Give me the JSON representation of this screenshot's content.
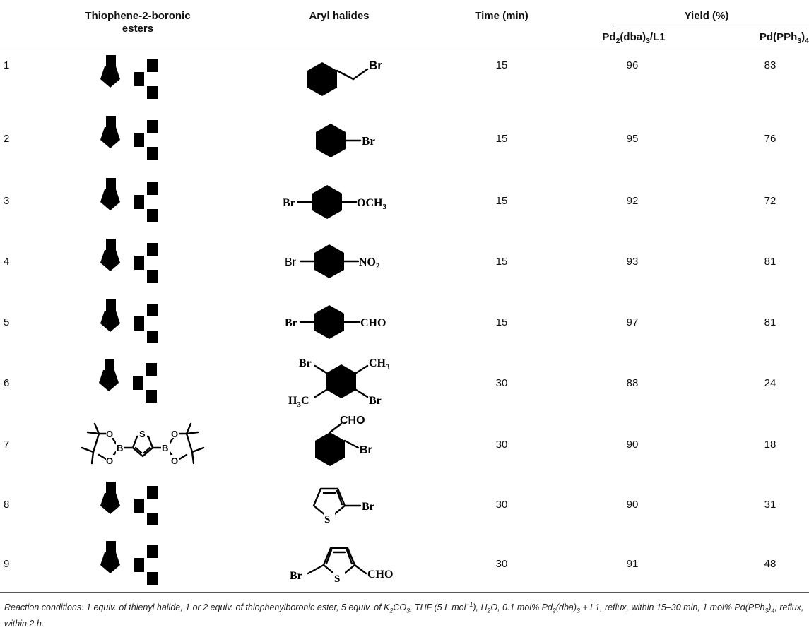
{
  "header": {
    "col_thiophene": "Thiophene-2-boronic esters",
    "col_aryl": "Aryl halides",
    "col_time": "Time (min)",
    "col_yield": "Yield (%)",
    "col_pd_dba_a": "Pd",
    "col_pd_dba_b": "2",
    "col_pd_dba_c": "(dba)",
    "col_pd_dba_d": "3",
    "col_pd_dba_e": "/L1",
    "col_pdpph_a": "Pd(PPh",
    "col_pdpph_b": "3",
    "col_pdpph_c": ")",
    "col_pdpph_d": "4"
  },
  "rows": [
    {
      "entry": "1",
      "time": "15",
      "yield_dba": "96",
      "yield_pph": "83"
    },
    {
      "entry": "2",
      "time": "15",
      "yield_dba": "95",
      "yield_pph": "76"
    },
    {
      "entry": "3",
      "time": "15",
      "yield_dba": "92",
      "yield_pph": "72"
    },
    {
      "entry": "4",
      "time": "15",
      "yield_dba": "93",
      "yield_pph": "81"
    },
    {
      "entry": "5",
      "time": "15",
      "yield_dba": "97",
      "yield_pph": "81"
    },
    {
      "entry": "6",
      "time": "30",
      "yield_dba": "88",
      "yield_pph": "24"
    },
    {
      "entry": "7",
      "time": "30",
      "yield_dba": "90",
      "yield_pph": "18"
    },
    {
      "entry": "8",
      "time": "30",
      "yield_dba": "90",
      "yield_pph": "31"
    },
    {
      "entry": "9",
      "time": "30",
      "yield_dba": "91",
      "yield_pph": "48"
    }
  ],
  "labels": {
    "S": "S",
    "B": "B",
    "O": "O",
    "Br": "Br",
    "OCH": "OCH",
    "three": "3",
    "NO": "NO",
    "two": "2",
    "CHO": "CHO",
    "CH": "CH",
    "H3C_H": "H",
    "H3C_C": "C"
  },
  "footnote": {
    "a": "Reaction conditions: 1 equiv. of thienyl halide, 1 or 2 equiv. of thiophenylboronic ester, 5 equiv. of K",
    "b": "2",
    "c": "CO",
    "d": "3",
    "e": ", THF (5 L mol",
    "f": "−1",
    "g": "), H",
    "h": "2",
    "i": "O, 0.1 mol% Pd",
    "j": "2",
    "k": "(dba)",
    "l": "3",
    "m": " + L1, reflux, within 15–30 min, 1 mol% Pd(PPh",
    "n": "3",
    "o": ")",
    "p": "4",
    "q": ", reflux, within 2 h."
  }
}
